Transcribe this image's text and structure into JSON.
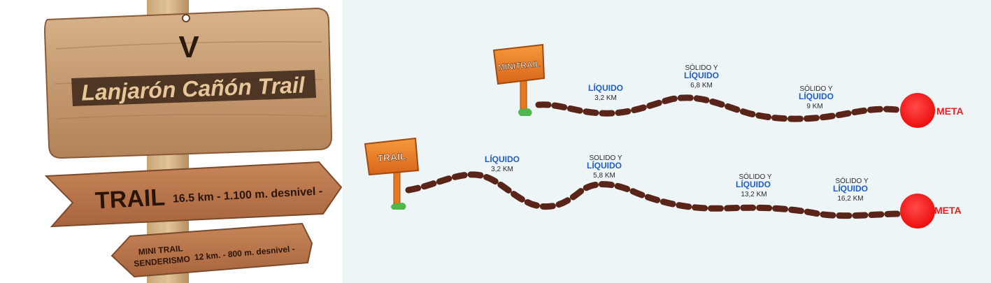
{
  "event": {
    "edition": "V",
    "name": "Lanjarón Cañón Trail"
  },
  "signs": {
    "trail": {
      "label": "TRAIL",
      "details": "16.5 km - 1.100 m. desnivel -"
    },
    "mini": {
      "label_line1": "MINI TRAIL",
      "label_line2": "SENDERISMO",
      "details": "12 km. - 800 m. desnivel -"
    }
  },
  "routes": {
    "minitrail": {
      "sign": "MINITRAIL",
      "finish": "META",
      "stations": [
        {
          "type_line1": "LÍQUIDO",
          "type_line2": "",
          "km": "3,2 KM"
        },
        {
          "type_line1": "SÓLIDO Y",
          "type_line2": "LÍQUIDO",
          "km": "6,8 KM"
        },
        {
          "type_line1": "SÓLIDO Y",
          "type_line2": "LÍQUIDO",
          "km": "9 KM"
        }
      ]
    },
    "trail": {
      "sign": "TRAIL",
      "finish": "META",
      "stations": [
        {
          "type_line1": "LÍQUIDO",
          "type_line2": "",
          "km": "3,2 KM"
        },
        {
          "type_line1": "SOLIDO Y",
          "type_line2": "LÍQUIDO",
          "km": "5,8 KM"
        },
        {
          "type_line1": "SÓLIDO Y",
          "type_line2": "LÍQUIDO",
          "km": "13,2 KM"
        },
        {
          "type_line1": "SÓLIDO Y",
          "type_line2": "LÍQUIDO",
          "km": "16,2 KM"
        }
      ]
    }
  },
  "colors": {
    "wood_light": "#c9a27a",
    "wood_dark": "#8a5a36",
    "path": "#5a2418",
    "liquid": "#1f5ccc",
    "finish": "#ff1a1a",
    "sign_orange": "#e8781e"
  }
}
